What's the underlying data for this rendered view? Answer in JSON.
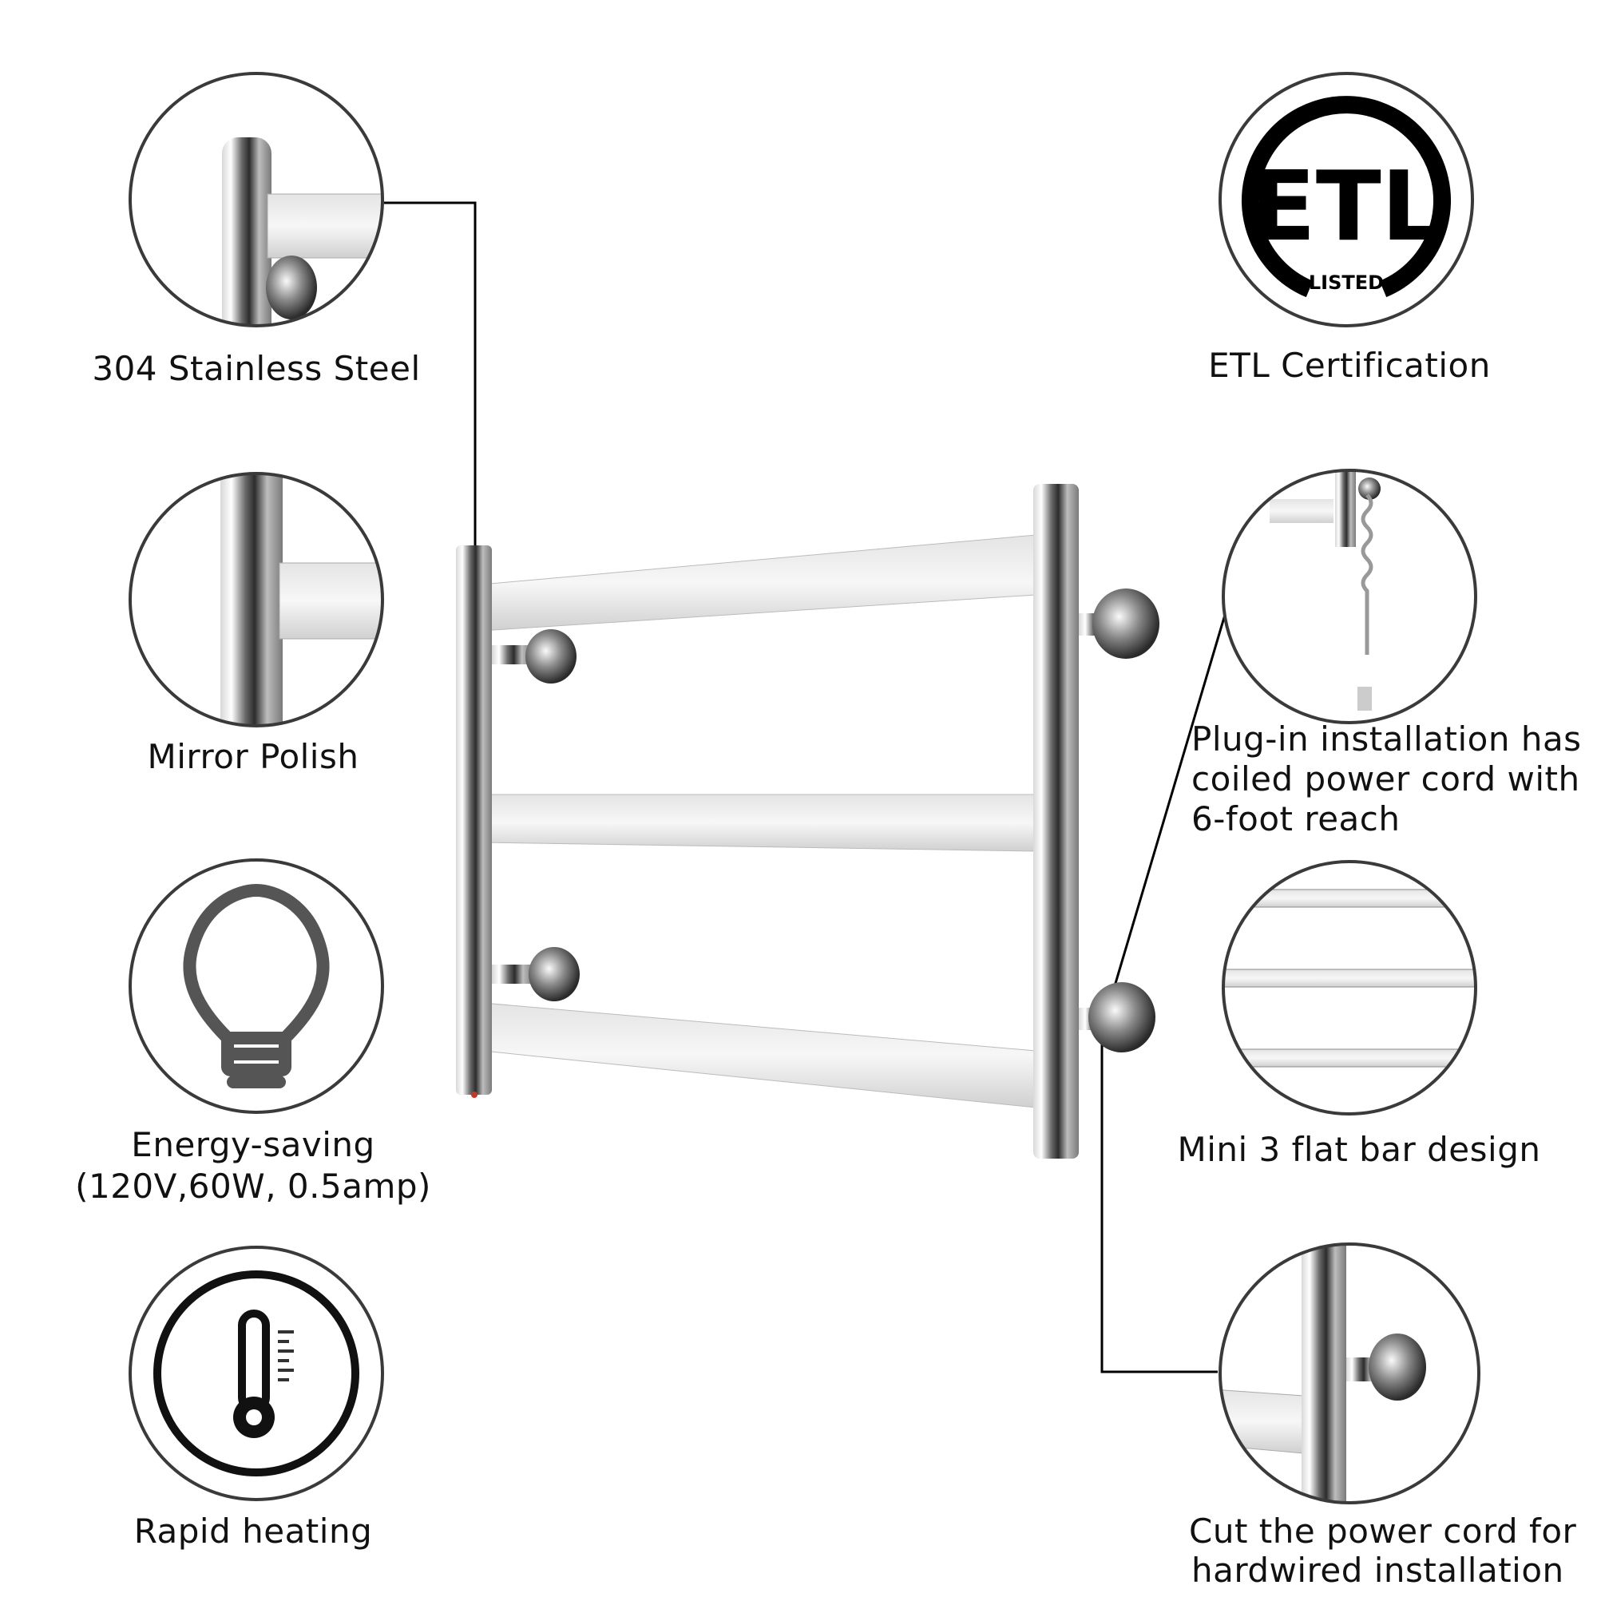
{
  "features_left": [
    {
      "label": "304 Stainless Steel",
      "icon": "steel-tube-closeup"
    },
    {
      "label": "Mirror Polish",
      "icon": "polished-tube-closeup"
    },
    {
      "label_line1": "Energy-saving",
      "label_line2": "(120V,60W, 0.5amp)",
      "icon": "lightbulb-icon"
    },
    {
      "label": "Rapid heating",
      "icon": "thermometer-icon"
    }
  ],
  "features_right": [
    {
      "label": "ETL Certification",
      "icon": "etl-logo",
      "logo_text": "ETL",
      "logo_subtext": "LISTED"
    },
    {
      "label_lines": [
        "Plug-in installation has",
        "coiled power cord with",
        "6-foot reach"
      ],
      "icon": "coiled-cord-closeup"
    },
    {
      "label": "Mini 3 flat bar design",
      "icon": "flat-bars-closeup"
    },
    {
      "label_lines": [
        "Cut the power cord for",
        "hardwired installation"
      ],
      "icon": "wall-mount-closeup"
    }
  ],
  "colors": {
    "outline": "#3a3a3a",
    "line": "#000000",
    "chrome_dark": "#5a5a5a",
    "chrome_light": "#f2f2f2"
  }
}
